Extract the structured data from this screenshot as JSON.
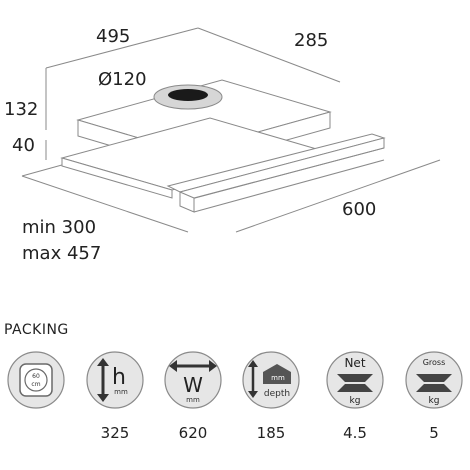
{
  "dimensions": {
    "width": "495",
    "depth": "285",
    "diameter": "Ø120",
    "height": "132",
    "front_height": "40",
    "extended_depth": "600",
    "min_label": "min 300",
    "max_label": "max 457"
  },
  "packing": {
    "title": "PACKING",
    "items": [
      {
        "icon": "box-icon",
        "sub": "60 cm",
        "value": ""
      },
      {
        "icon": "height-icon",
        "unit": "h",
        "sub": "mm",
        "value": "325"
      },
      {
        "icon": "width-icon",
        "unit": "W",
        "sub": "mm",
        "value": "620"
      },
      {
        "icon": "depth-icon",
        "unit": "mm",
        "sub": "depth",
        "value": "185"
      },
      {
        "icon": "net-weight-icon",
        "unit": "Net",
        "sub": "kg",
        "value": "4.5"
      },
      {
        "icon": "gross-weight-icon",
        "unit": "Gross",
        "sub": "kg",
        "value": "5"
      }
    ]
  },
  "colors": {
    "line": "#7a7a7a",
    "icon_fill": "#d9d9d9",
    "icon_stroke": "#8a8a8a",
    "text": "#222222"
  }
}
